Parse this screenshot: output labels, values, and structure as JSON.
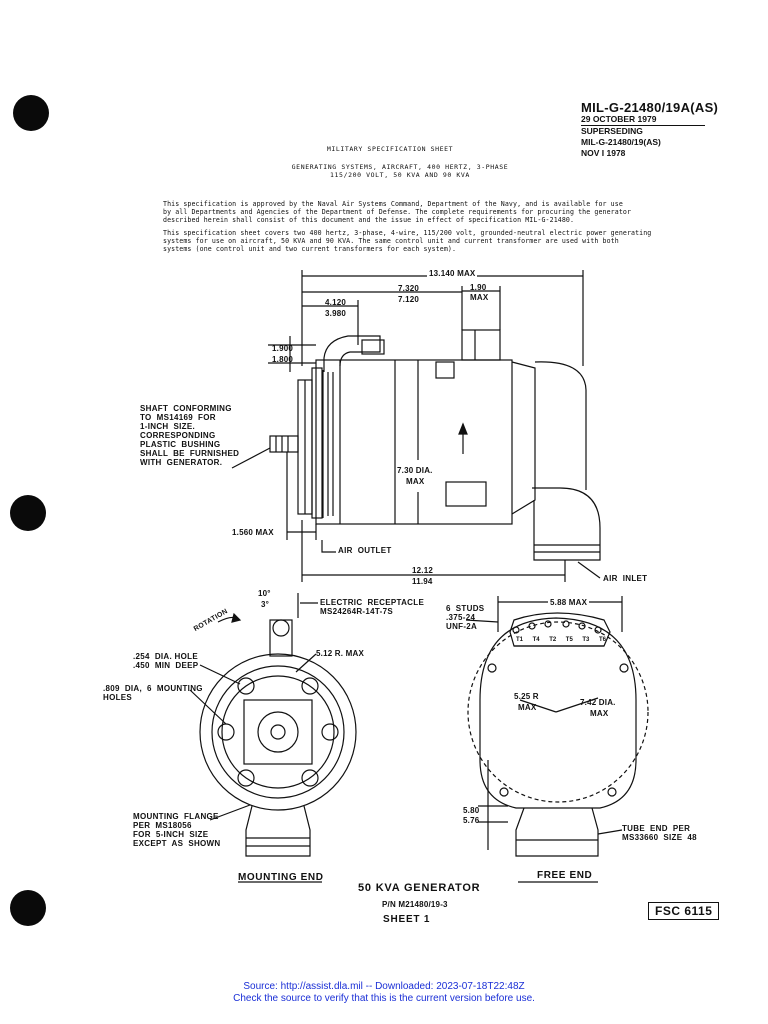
{
  "header": {
    "spec_number": "MIL-G-21480/19A(AS)",
    "date": "29 OCTOBER 1979",
    "supersede_label": "SUPERSEDING",
    "supersede_spec": "MIL-G-21480/19(AS)",
    "supersede_date": "NOV I 1978"
  },
  "doc": {
    "sheet_type": "MILITARY SPECIFICATION SHEET",
    "title_line1": "GENERATING SYSTEMS, AIRCRAFT, 400 HERTZ, 3-PHASE",
    "title_line2": "115/200 VOLT, 50 KVA AND 90 KVA",
    "para1_line1": "This specification is approved by the Naval Air Systems Command, Department of the Navy, and is available for use",
    "para1_line2": "by all Departments and Agencies of the Department of Defense.  The complete requirements for procuring the generator",
    "para1_line3": "described herein shall consist of this document and the issue in effect of specification MIL-G-21480.",
    "para2_line1": "This specification sheet covers two 400 hertz, 3-phase, 4-wire, 115/200 volt, grounded-neutral electric power generating",
    "para2_line2": "systems for use on aircraft, 50 KVA and 90 KVA.  The same control unit and current transformer are used with both",
    "para2_line3": "systems (one control unit and two current transformers for each system)."
  },
  "drawing": {
    "dims": {
      "overall": "13.140 MAX",
      "d7320": "7.320",
      "d7120": "7.120",
      "d190": "1.90",
      "d190max": "MAX",
      "d4120": "4.120",
      "d3980": "3.980",
      "d1900": "1.900",
      "d1800": "1.800",
      "dia730": "7.30 DIA.",
      "dia730max": "MAX",
      "d1560": "1.560 MAX",
      "d1212": "12.12",
      "d1194": "11.94",
      "deg10": "10°",
      "deg3": "3°",
      "r512": "5.12 R. MAX",
      "w588": "5.88 MAX",
      "r525": "5.25 R",
      "r525max": "MAX",
      "dia742": "7.42 DIA.",
      "dia742max": "MAX",
      "h580": "5.80",
      "h576": "5.76"
    },
    "labels": {
      "shaft": "SHAFT  CONFORMING\nTO  MS14169  FOR\n1-INCH  SIZE.\nCORRESPONDING\nPLASTIC  BUSHING\nSHALL  BE  FURNISHED\nWITH  GENERATOR.",
      "air_outlet": "AIR  OUTLET",
      "air_inlet": "AIR  INLET",
      "rotation": "ROTATION",
      "receptacle": "ELECTRIC  RECEPTACLE\nMS24264R-14T-7S",
      "hole": ".254  DIA. HOLE\n.450  MIN  DEEP",
      "mount_holes": ".809  DIA,  6  MOUNTING\nHOLES",
      "flange": "MOUNTING  FLANGE\nPER  MS18056\nFOR  5-INCH  SIZE\nEXCEPT  AS  SHOWN",
      "studs": "6  STUDS\n.375-24\nUNF-2A",
      "tube_end": "TUBE  END  PER\nMS33660  SIZE  48",
      "terminals": [
        "T1",
        "T4",
        "T2",
        "T5",
        "T3",
        "T6"
      ],
      "mounting_end": "MOUNTING  END",
      "free_end": "FREE  END"
    }
  },
  "caption": {
    "title": "50 KVA GENERATOR",
    "pn": "P/N  M21480/19-3",
    "sheet": "SHEET  1",
    "fsc": "FSC 6115"
  },
  "footer": {
    "line1": "Source: http://assist.dla.mil -- Downloaded: 2023-07-18T22:48Z",
    "line2": "Check the source to verify that this is the current version before use."
  }
}
